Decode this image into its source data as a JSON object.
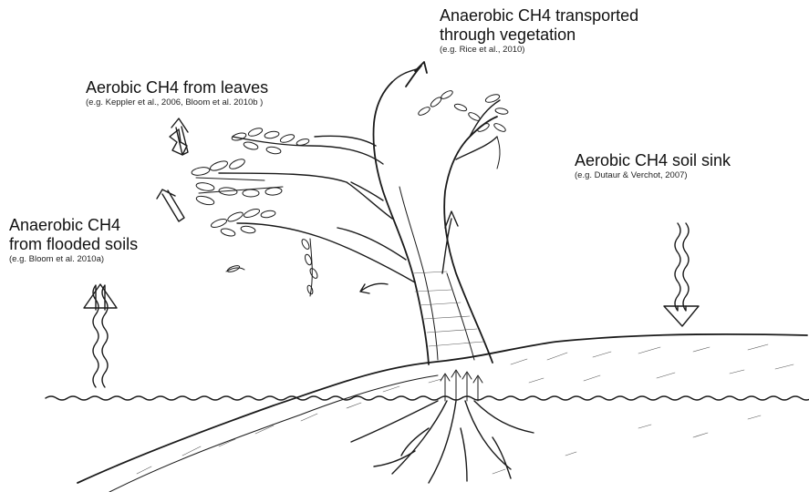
{
  "labels": {
    "flooded_soils": {
      "title_line1": "Anaerobic CH4",
      "title_line2": "from flooded soils",
      "citation": "(e.g. Bloom et al. 2010a)"
    },
    "leaves": {
      "title": "Aerobic CH4 from leaves",
      "citation": "(e.g. Keppler et al., 2006, Bloom et al. 2010b )"
    },
    "vegetation_transport": {
      "title_line1": "Anaerobic CH4 transported",
      "title_line2": "through vegetation",
      "citation": "(e.g. Rice et al., 2010)"
    },
    "soil_sink": {
      "title": "Aerobic CH4 soil sink",
      "citation": "(e.g. Dutaur & Verchot, 2007)"
    }
  }
}
